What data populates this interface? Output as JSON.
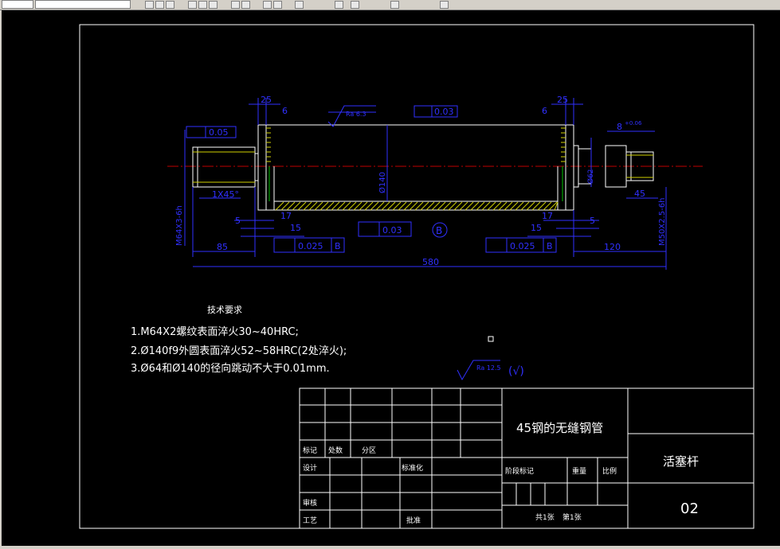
{
  "toolbar": {
    "layer_combo": "",
    "icons": [
      "pan-icon",
      "orbit-icon",
      "zoom-icon",
      "copy-icon",
      "paste-icon",
      "matchprop-icon",
      "undo-icon",
      "redo-icon",
      "block-icon",
      "properties-icon",
      "calc-icon",
      "draw-icon",
      "designcenter-icon",
      "toolpalette-icon",
      "help-icon"
    ]
  },
  "drawing": {
    "colors": {
      "background": "#000000",
      "outline": "#ffffff",
      "dimension": "#3030ff",
      "centerline": "#c00000",
      "hatch": "#d0d000",
      "green": "#00c000"
    },
    "dims": {
      "d25_left": "25",
      "d6_left": "6",
      "d6_right": "6",
      "d25_right": "25",
      "tol_flat": "0.05",
      "tol_flat2": "0.03",
      "tol_runout": "0.03",
      "ra_top": "Ra 6.3",
      "dia140": "Ø140",
      "chamfer": "1X45°",
      "m64": "M64X3-6h",
      "d5_left": "5",
      "d17_left": "17",
      "d15_left": "15",
      "d85": "85",
      "tol_left": "0.025",
      "datum_ref": "B",
      "datum": "B",
      "d17_right": "17",
      "d15_right": "15",
      "d5_right": "5",
      "tol_right": "0.025",
      "d120": "120",
      "d45": "45",
      "m50": "M50X2.5-6h",
      "d580": "580",
      "d8": "8",
      "d8_tol": "+0.06",
      "dia62": "Ø62"
    }
  },
  "notes": {
    "heading": "技术要求",
    "lines": [
      "1.M64X2螺纹表面淬火30~40HRC;",
      "2.Ø140f9外圆表面淬火52~58HRC(2处淬火);",
      "3.Ø64和Ø140的径向跳动不大于0.01mm."
    ]
  },
  "general_roughness": "Ra 12.5",
  "general_roughness_paren": "(√)",
  "title_block": {
    "material": "45钢的无缝钢管",
    "name": "活塞杆",
    "number": "02",
    "r_mark": "标记",
    "r_count": "处数",
    "r_sign": "分区",
    "r_design": "设计",
    "r_std": "标准化",
    "r_stage": "阶段标记",
    "r_weight": "重量",
    "r_scale": "比例",
    "r_check": "审核",
    "r_process": "工艺",
    "r_approve": "批准",
    "r_total": "共1张",
    "r_sheet": "第1张"
  }
}
